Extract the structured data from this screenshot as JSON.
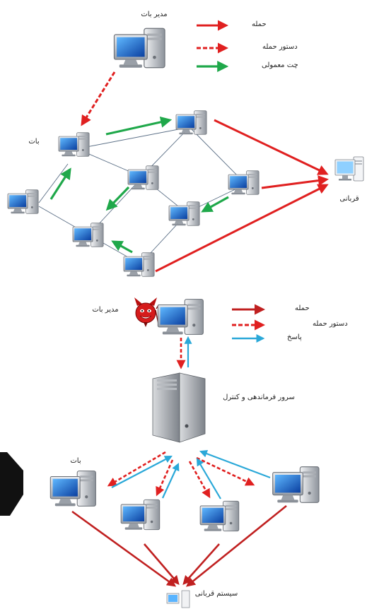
{
  "top_diagram": {
    "botmaster_label": "مدیر بات",
    "bot_label": "بات",
    "victim_label": "قربانی",
    "legend": [
      {
        "label": "حمله",
        "color": "#e02020",
        "style": "solid"
      },
      {
        "label": "دستور حمله",
        "color": "#e02020",
        "style": "dashed"
      },
      {
        "label": "چت معمولی",
        "color": "#1fa84a",
        "style": "solid"
      }
    ]
  },
  "bottom_diagram": {
    "botmaster_label": "مدیر بات",
    "cnc_label": "سرور فرماندهی و کنترل",
    "bot_label": "بات",
    "victim_label": "سیستم قربانی",
    "legend": [
      {
        "label": "حمله",
        "color": "#c02020",
        "style": "solid"
      },
      {
        "label": "دستور حمله",
        "color": "#e02020",
        "style": "dashed"
      },
      {
        "label": "پاسخ",
        "color": "#2aa8d8",
        "style": "solid"
      }
    ]
  }
}
